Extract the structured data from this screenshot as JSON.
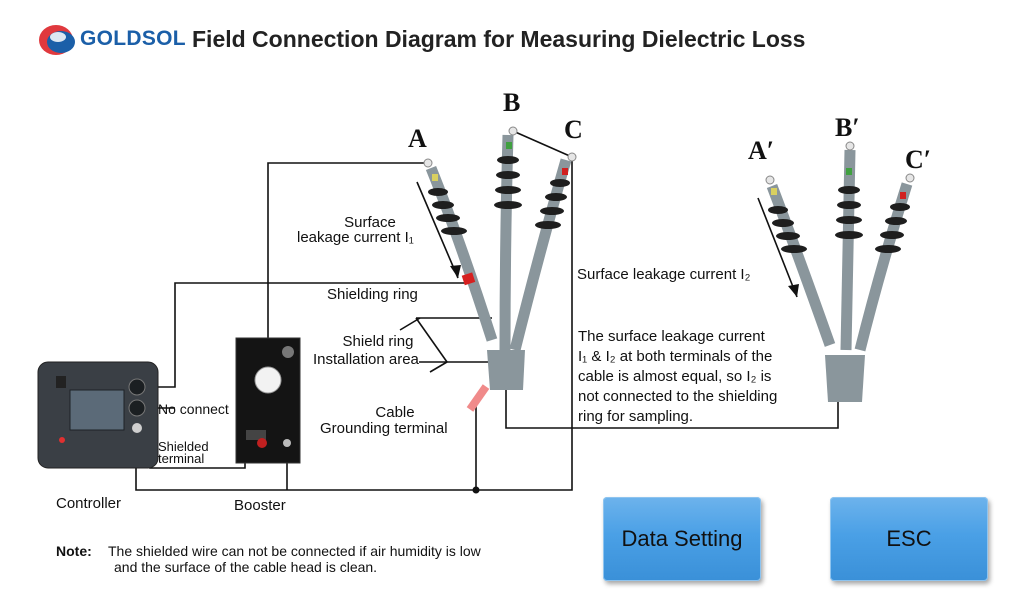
{
  "brand": {
    "logo_text": "GOLDSOL"
  },
  "title": "Field Connection Diagram for Measuring Dielectric Loss",
  "phases": {
    "a": "A",
    "b": "B",
    "c": "C",
    "a2": "A′",
    "b2": "B′",
    "c2": "C′"
  },
  "labels": {
    "surface_leakage_1": "Surface",
    "surface_leakage_2": "leakage current I₁",
    "shielding_ring": "Shielding ring",
    "shield_ring_area_1": "Shield ring",
    "shield_ring_area_2": "Installation area",
    "cable_grounding_1": "Cable",
    "cable_grounding_2": "Grounding terminal",
    "no_connect": "No connect",
    "shielded_terminal_1": "Shielded",
    "shielded_terminal_2": "terminal",
    "controller": "Controller",
    "booster": "Booster",
    "surface_leakage_i2": "Surface leakage current I₂",
    "explain_1": "The surface leakage current",
    "explain_2": "I₁ & I₂ at both terminals of the",
    "explain_3": "cable is almost equal, so I₂ is",
    "explain_4": "not connected to the shielding",
    "explain_5": "ring for sampling."
  },
  "note": {
    "key": "Note:",
    "line1": "The shielded wire can not be connected if air humidity is low",
    "line2": "and the surface of the cable head is clean."
  },
  "buttons": {
    "data_setting": "Data Setting",
    "esc": "ESC"
  },
  "colors": {
    "brand_red": "#e0393e",
    "brand_blue": "#1b5fa8",
    "button_blue": "#4aa0e6",
    "cable_gray": "#8a969c",
    "shield_ring_red": "#d62020",
    "ground_pink": "#f08a8a"
  }
}
